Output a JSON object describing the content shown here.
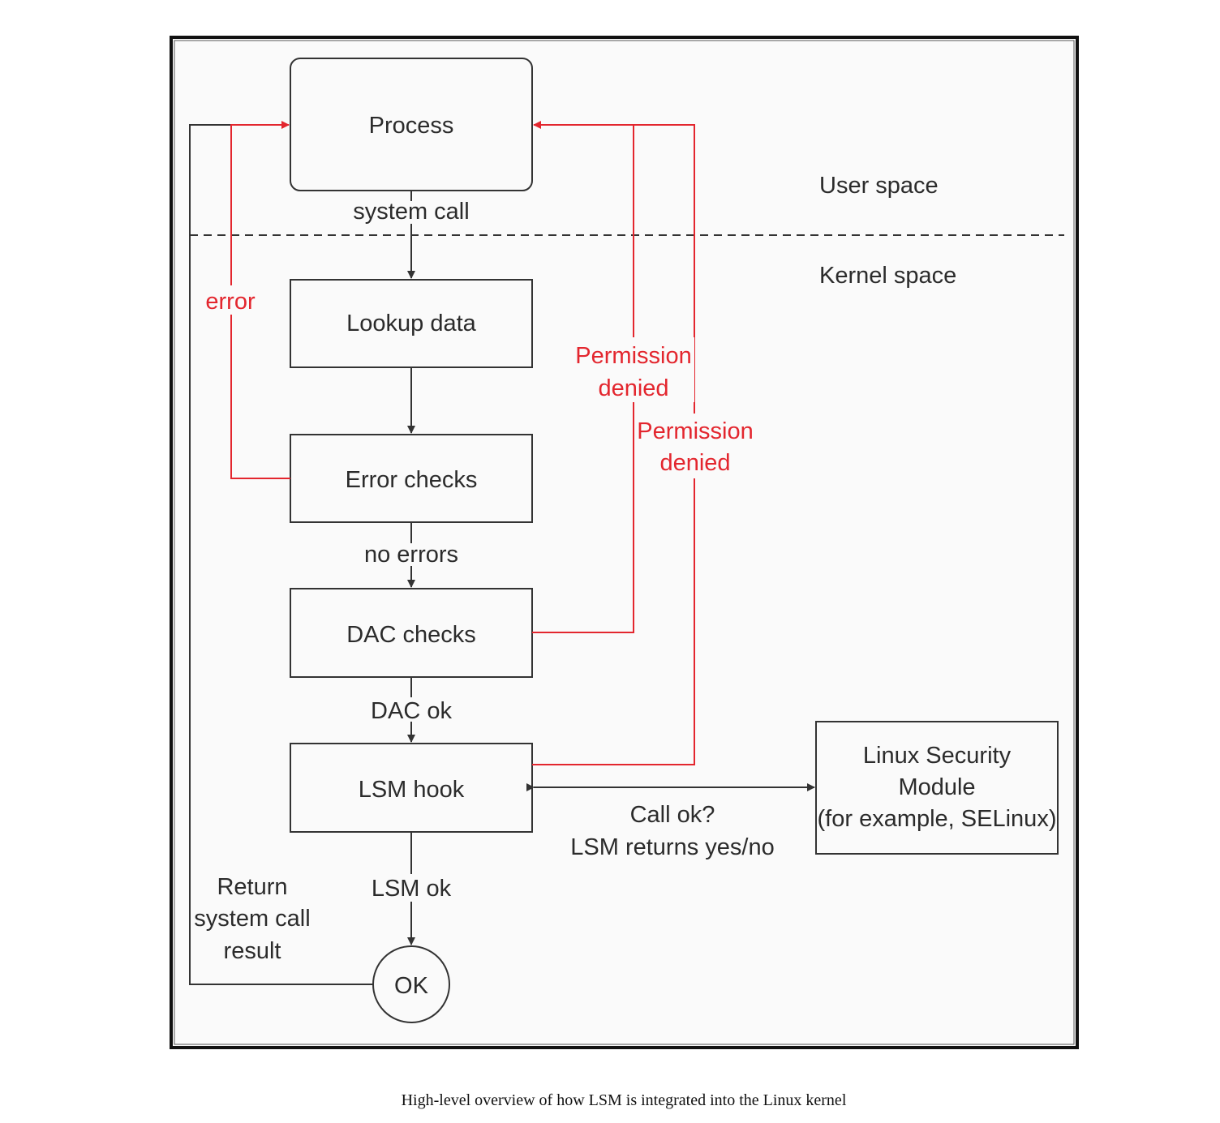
{
  "colors": {
    "line": "#333333",
    "error_path": "#e3262e",
    "background": "#fafafa",
    "frame": "#111111"
  },
  "regions": {
    "user_space": "User space",
    "kernel_space": "Kernel space"
  },
  "nodes": {
    "process": "Process",
    "lookup": "Lookup data",
    "error_checks": "Error checks",
    "dac_checks": "DAC checks",
    "lsm_hook": "LSM hook",
    "ok": "OK",
    "lsm_module": [
      "Linux Security",
      "Module",
      "(for example, SELinux)"
    ]
  },
  "edges": {
    "system_call": "system call",
    "no_errors": "no errors",
    "dac_ok": "DAC ok",
    "lsm_ok": "LSM ok",
    "error": "error",
    "perm_denied_dac": [
      "Permission",
      "denied"
    ],
    "perm_denied_lsm": [
      "Permission",
      "denied"
    ],
    "call_ok": [
      "Call ok?",
      "LSM returns yes/no"
    ],
    "return_result": [
      "Return",
      "system call",
      "result"
    ]
  },
  "caption": "High-level overview of how LSM is integrated into the Linux kernel"
}
